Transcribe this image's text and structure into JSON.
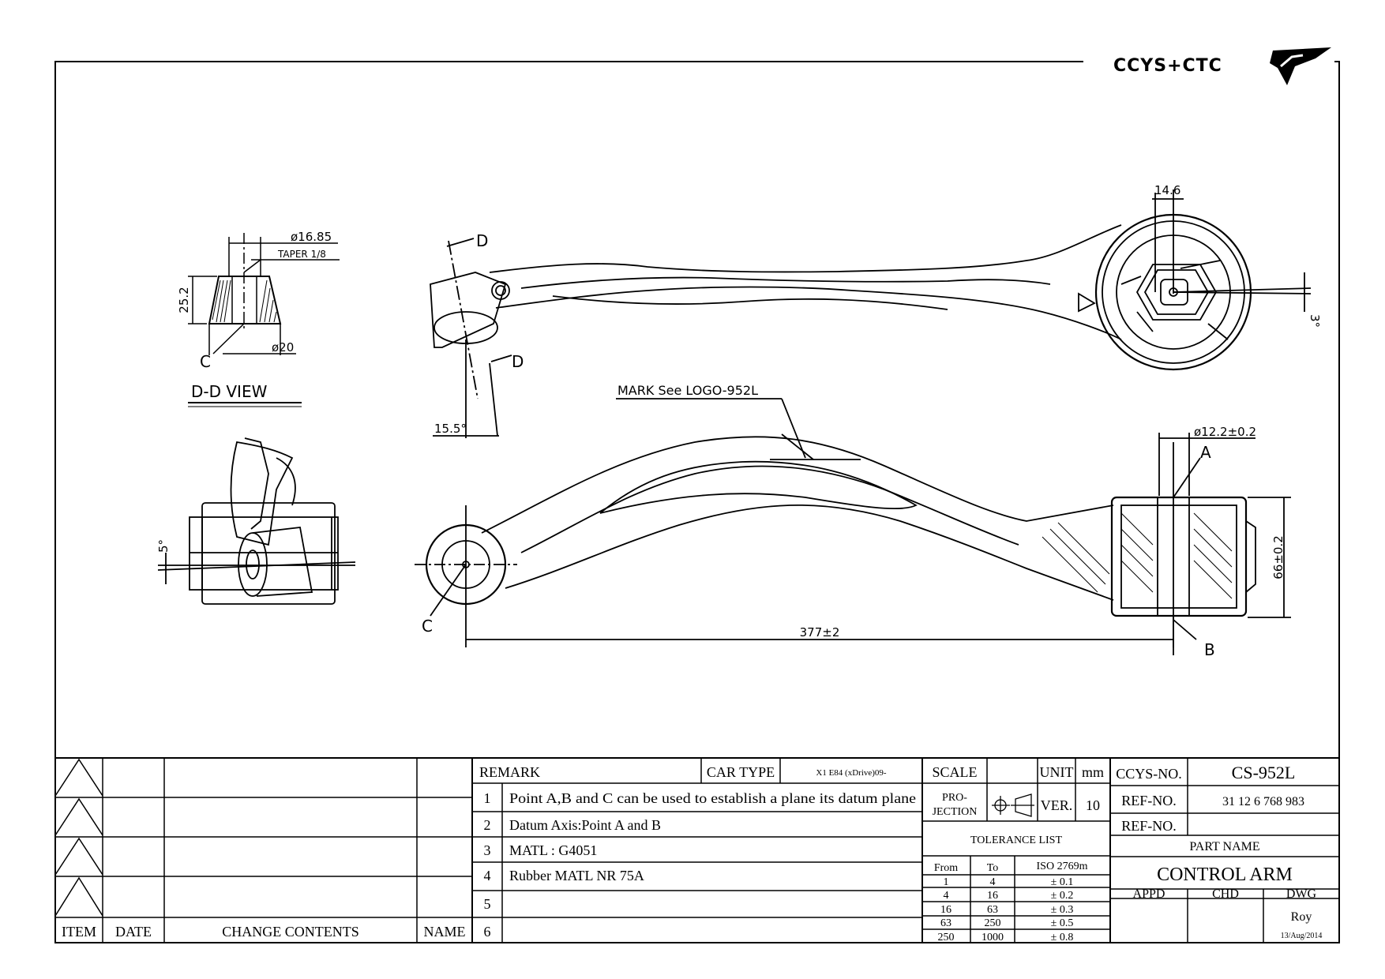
{
  "logo": {
    "text": "CCYS+CTC"
  },
  "dd_view": {
    "title": "D-D VIEW",
    "dim_top": "ø16.85",
    "taper": "TAPER 1/8",
    "dim_height": "25.2",
    "dim_bottom": "ø20",
    "point_label": "C"
  },
  "top_view": {
    "section_mark": "D",
    "angle": "15.5°",
    "dim_width": "14.6",
    "angle_right": "3°"
  },
  "front_view": {
    "mark_note": "MARK See LOGO-952L",
    "dim_bore": "ø12.2±0.2",
    "dim_height": "66±0.2",
    "dim_length": "377±2",
    "label_a": "A",
    "label_b": "B",
    "label_c": "C"
  },
  "side_view": {
    "angle": "5°"
  },
  "revision_table": {
    "headers": [
      "ITEM",
      "DATE",
      "CHANGE CONTENTS",
      "NAME"
    ]
  },
  "remarks": {
    "header": "REMARK",
    "car_type_label": "CAR TYPE",
    "car_type_value": "X1 E84 (xDrive)09-",
    "items": [
      {
        "no": "1",
        "text": "Point A,B and C can be used to establish a plane its datum plane"
      },
      {
        "no": "2",
        "text": "Datum Axis:Point A and B"
      },
      {
        "no": "3",
        "text": "MATL : G4051"
      },
      {
        "no": "4",
        "text": "Rubber MATL NR 75A"
      },
      {
        "no": "5",
        "text": ""
      },
      {
        "no": "6",
        "text": ""
      }
    ]
  },
  "scale_block": {
    "scale": "SCALE",
    "unit_label": "UNIT",
    "unit_value": "mm",
    "projection_l1": "PRO-",
    "projection_l2": "JECTION",
    "ver_label": "VER.",
    "ver_value": "10",
    "tolerance_title": "TOLERANCE LIST",
    "tol_headers": [
      "From",
      "To",
      "ISO 2769m"
    ],
    "tol_rows": [
      [
        "1",
        "4",
        "± 0.1"
      ],
      [
        "4",
        "16",
        "± 0.2"
      ],
      [
        "16",
        "63",
        "± 0.3"
      ],
      [
        "63",
        "250",
        "± 0.5"
      ],
      [
        "250",
        "1000",
        "± 0.8"
      ]
    ]
  },
  "title_block": {
    "ccys_label": "CCYS-NO.",
    "ccys_value": "CS-952L",
    "ref_label": "REF-NO.",
    "ref_value": "31 12 6 768 983",
    "ref_label2": "REF-NO.",
    "part_name_label": "PART NAME",
    "part_name": "CONTROL ARM",
    "appd": "APPD",
    "chd": "CHD",
    "dwg": "DWG",
    "drawn_by": "Roy",
    "date": "13/Aug/2014"
  }
}
